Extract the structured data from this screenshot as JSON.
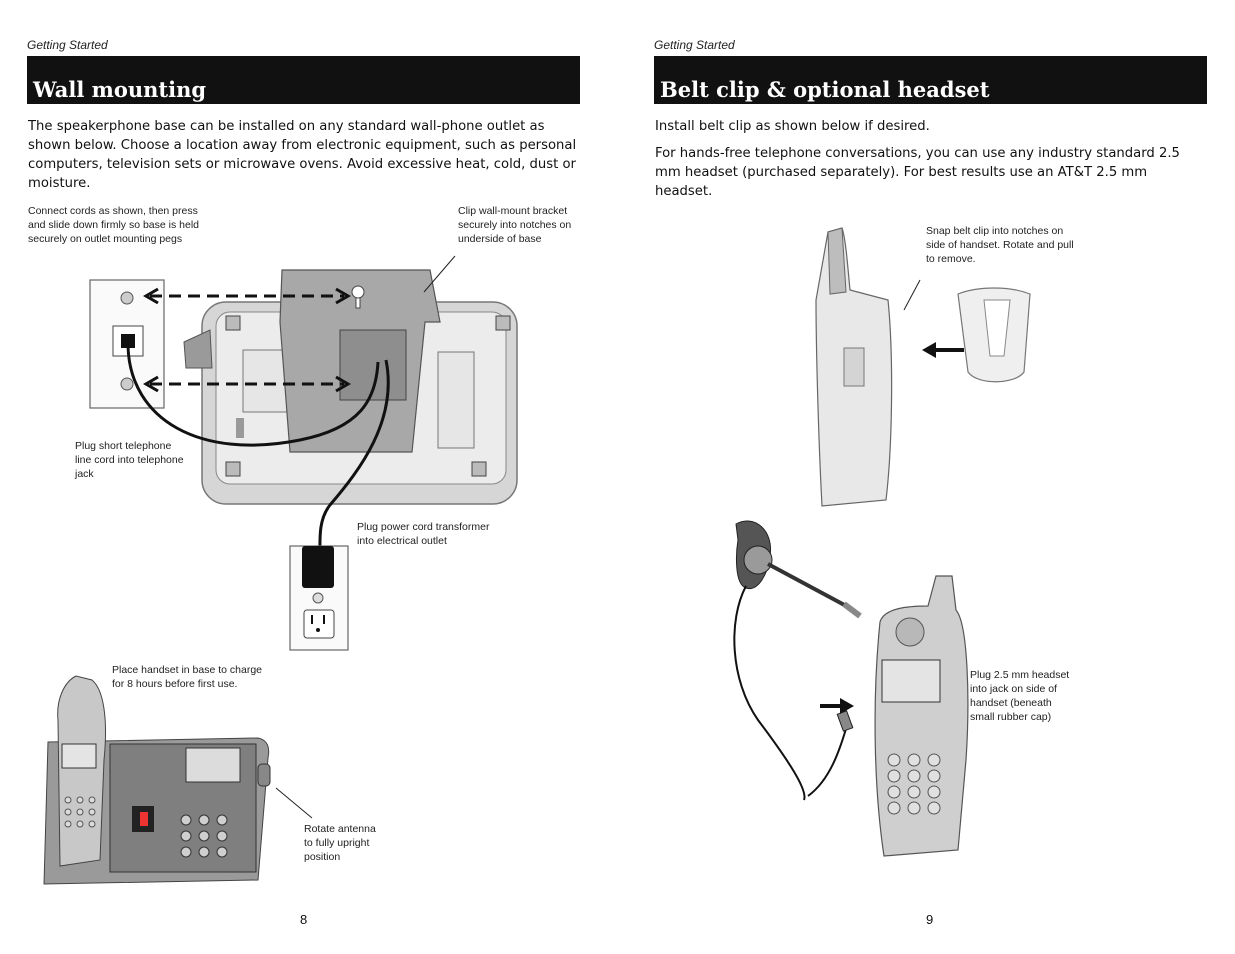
{
  "left_page": {
    "section": "Getting Started",
    "title": "Wall mounting",
    "body": "The speakerphone base can be installed on any standard wall-phone outlet as shown below. Choose a location away from electronic equipment, such as personal computers, television sets or microwave ovens. Avoid excessive heat, cold, dust or moisture.",
    "callouts": {
      "connect_cords": "Connect cords as shown, then press and slide down firmly so base is held securely on outlet mounting pegs",
      "clip_bracket": "Clip wall-mount bracket securely into notches on underside of base",
      "plug_short_cord": "Plug short telephone line cord into telephone jack",
      "plug_power": "Plug power cord transformer into electrical outlet",
      "place_handset": "Place handset in base to charge for 8 hours before first use.",
      "rotate_antenna": "Rotate antenna to fully upright position"
    },
    "page_number": "8"
  },
  "right_page": {
    "section": "Getting Started",
    "title": "Belt clip & optional headset",
    "body_1": "Install belt clip as shown below if desired.",
    "body_2": "For hands-free telephone conversations, you can use any industry standard 2.5 mm headset (purchased separately). For best results use an AT&T 2.5 mm headset.",
    "callouts": {
      "snap_clip": "Snap belt clip into notches on side of handset. Rotate and pull to remove.",
      "plug_headset": "Plug 2.5 mm headset into jack on side of handset (beneath small rubber cap)"
    },
    "page_number": "9"
  }
}
